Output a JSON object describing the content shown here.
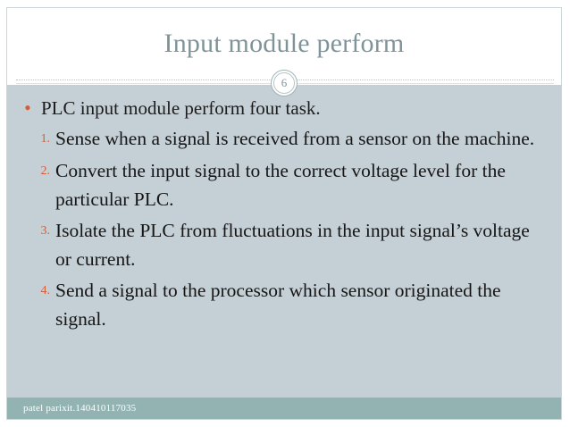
{
  "slide": {
    "title": "Input module perform",
    "page_number": "6",
    "colors": {
      "title": "#7e9499",
      "content_background": "#c5d0d6",
      "marker": "#d0603c",
      "footer_bar": "#92b3b2",
      "body_text": "#161616"
    },
    "body": {
      "bullet": {
        "marker": "•",
        "text": "PLC input module perform four task."
      },
      "numbered_items": [
        {
          "marker": "1.",
          "text": "Sense when a signal is received from a sensor on the machine."
        },
        {
          "marker": "2.",
          "text": "Convert the input signal to the correct voltage level for the particular PLC."
        },
        {
          "marker": "3.",
          "text": "Isolate the PLC from fluctuations in the input signal’s voltage or current."
        },
        {
          "marker": "4.",
          "text": "Send a signal to the processor which sensor originated the signal."
        }
      ]
    },
    "footer": {
      "text": "patel parixit.140410117035"
    }
  }
}
